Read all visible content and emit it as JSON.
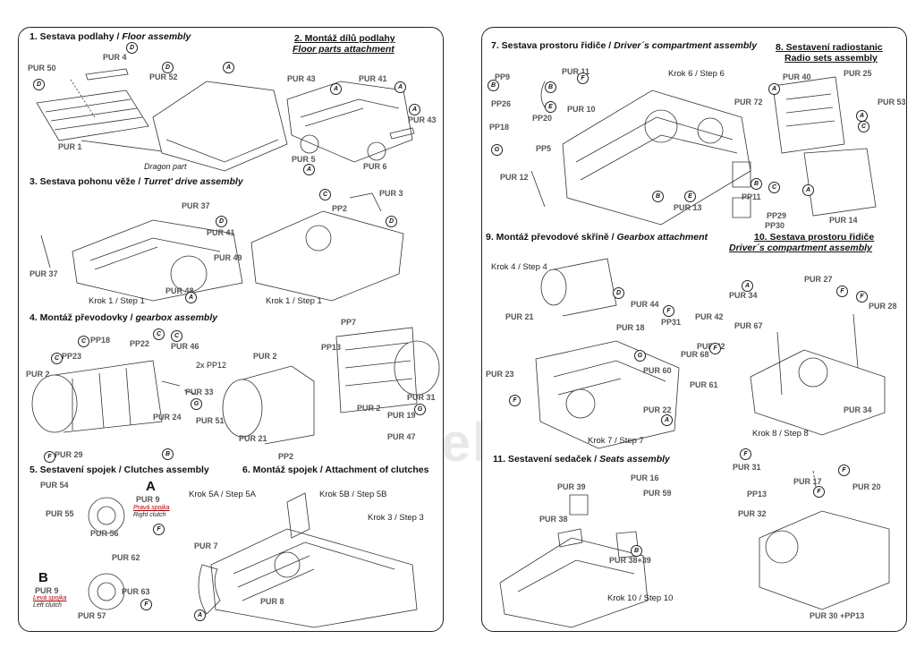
{
  "watermark": "modelist.ru",
  "left": {
    "s1": {
      "cz": "1. Sestava podlahy /",
      "en": "Floor assembly",
      "dragon": "Dragon part",
      "labels": {
        "pur4": "PUR 4",
        "pur50": "PUR 50",
        "pur52": "PUR 52",
        "pur1": "PUR 1"
      }
    },
    "s2": {
      "cz": "2. Montáž dílů podlahy",
      "en": "Floor parts attachment",
      "labels": {
        "pur43a": "PUR 43",
        "pur41": "PUR 41",
        "pur43b": "PUR 43",
        "pur5": "PUR 5",
        "pur6": "PUR 6"
      }
    },
    "s3": {
      "cz": "3. Sestava pohonu věže /",
      "en": "Turret' drive assembly",
      "labels": {
        "pur37a": "PUR 37",
        "pur41": "PUR 41",
        "pur49": "PUR 49",
        "pur37b": "PUR 37",
        "pur48": "PUR 48",
        "pp2": "PP2",
        "pur3": "PUR 3"
      },
      "step1a": "Krok 1 / Step 1",
      "step1b": "Krok 1 / Step 1"
    },
    "s4": {
      "cz": "4. Montáž převodovky /",
      "en": "gearbox assembly",
      "labels": {
        "pp18": "PP18",
        "pp22": "PP22",
        "pur46": "PUR 46",
        "pp23": "PP23",
        "pur2a": "PUR 2",
        "pp12": "2x PP12",
        "pur33": "PUR 33",
        "pur24": "PUR 24",
        "pur51": "PUR 51",
        "pur29": "PUR 29",
        "pur2b": "PUR 2",
        "pur21": "PUR 21",
        "pp2": "PP2",
        "pp7": "PP7",
        "pp13": "PP13",
        "pur31": "PUR 31",
        "pur2c": "PUR 2",
        "pur19": "PUR 19",
        "pur47": "PUR 47"
      }
    },
    "s5": {
      "cz": "5. Sestavení spojek /",
      "en": "Clutches assembly",
      "labels": {
        "pur54": "PUR 54",
        "pur55": "PUR 55",
        "pur56": "PUR 56",
        "pur9a": "PUR 9",
        "pur62": "PUR 62",
        "pur63": "PUR 63",
        "pur9b": "PUR 9",
        "pur57": "PUR 57"
      },
      "A": {
        "letter": "A",
        "cz": "Pravá spojka",
        "en": "Right clutch"
      },
      "B": {
        "letter": "B",
        "cz": "Levá spojka",
        "en": "Left clutch"
      }
    },
    "s6": {
      "cz": "6. Montáž spojek /",
      "en": "Attachment of clutches",
      "step5a": "Krok 5A / Step 5A",
      "step5b": "Krok 5B / Step 5B",
      "step3": "Krok 3 / Step 3",
      "labels": {
        "pur7": "PUR 7",
        "pur8": "PUR 8"
      }
    }
  },
  "right": {
    "s7": {
      "cz": "7. Sestava prostoru řidiče /",
      "en": "Driver´s compartment assembly",
      "step6": "Krok 6 / Step 6",
      "labels": {
        "pp9": "PP9",
        "pur11": "PUR 11",
        "pp26": "PP26",
        "pur10": "PUR 10",
        "pp20": "PP20",
        "pp18": "PP18",
        "pp5": "PP5",
        "pur12": "PUR 12",
        "pur13": "PUR 13"
      }
    },
    "s8": {
      "cz": "8. Sestavení radiostanic",
      "en": "Radio sets assembly",
      "labels": {
        "pur40": "PUR 40",
        "pur25": "PUR 25",
        "pur72": "PUR 72",
        "pur53": "PUR 53",
        "pp11": "PP11",
        "pp29": "PP29",
        "pp30": "PP30",
        "pur14": "PUR 14"
      }
    },
    "s9": {
      "cz": "9. Montáž převodové skříně /",
      "en": "Gearbox attachment",
      "step4": "Krok 4 / Step 4",
      "step7": "Krok 7 / Step 7",
      "labels": {
        "pur44": "PUR 44",
        "pur21": "PUR 21",
        "pp31": "PP31",
        "pur18": "PUR 18",
        "pur68": "PUR 68",
        "pur60": "PUR 60",
        "pur23": "PUR 23",
        "pur61": "PUR 61",
        "pur22": "PUR 22"
      }
    },
    "s10": {
      "cz": "10. Sestava prostoru řidiče",
      "en": "Driver´s compartment assembly",
      "step8": "Krok 8 / Step 8",
      "labels": {
        "pur27": "PUR 27",
        "pur34a": "PUR 34",
        "pur42a": "PUR 42",
        "pur28": "PUR 28",
        "pur67": "PUR 67",
        "pur42b": "PUR 42",
        "pur34b": "PUR 34",
        "pur31": "PUR 31",
        "pur17": "PUR 17",
        "pur20": "PUR 20",
        "pp13": "PP13",
        "pur32": "PUR 32",
        "pur30pp13": "PUR 30 +PP13"
      }
    },
    "s11": {
      "cz": "11. Sestavení sedaček /",
      "en": "Seats assembly",
      "step10": "Krok 10 / Step 10",
      "labels": {
        "pur16": "PUR 16",
        "pur39": "PUR 39",
        "pur59": "PUR 59",
        "pur38": "PUR 38",
        "pur3839": "PUR 38+39"
      }
    }
  }
}
